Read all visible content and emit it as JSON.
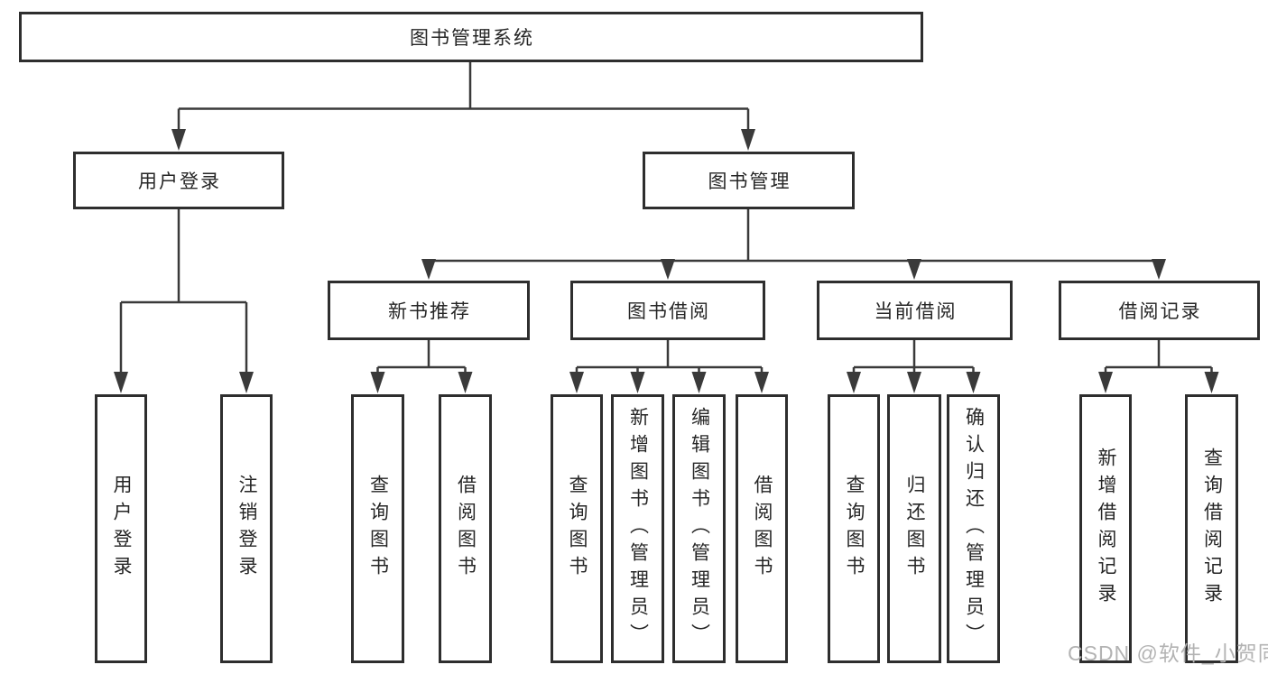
{
  "colors": {
    "box_border": "#2e2e2e",
    "connector": "#3a3a3a",
    "text": "#262626",
    "watermark": "#b3b3b3",
    "background": "#ffffff"
  },
  "watermark": {
    "text": "CSDN @软件_小贺同学"
  },
  "diagram": {
    "root": {
      "label": "图书管理系统"
    },
    "branches": [
      {
        "label": "用户登录",
        "children": [
          {
            "label": "用户登录"
          },
          {
            "label": "注销登录"
          }
        ]
      },
      {
        "label": "图书管理",
        "children": [
          {
            "label": "新书推荐",
            "children": [
              {
                "label": "查询图书"
              },
              {
                "label": "借阅图书"
              }
            ]
          },
          {
            "label": "图书借阅",
            "children": [
              {
                "label": "查询图书"
              },
              {
                "label": "新增图书（管理员）"
              },
              {
                "label": "编辑图书（管理员）"
              },
              {
                "label": "借阅图书"
              }
            ]
          },
          {
            "label": "当前借阅",
            "children": [
              {
                "label": "查询图书"
              },
              {
                "label": "归还图书"
              },
              {
                "label": "确认归还（管理员）"
              }
            ]
          },
          {
            "label": "借阅记录",
            "children": [
              {
                "label": "新增借阅记录"
              },
              {
                "label": "查询借阅记录"
              }
            ]
          }
        ]
      }
    ]
  }
}
